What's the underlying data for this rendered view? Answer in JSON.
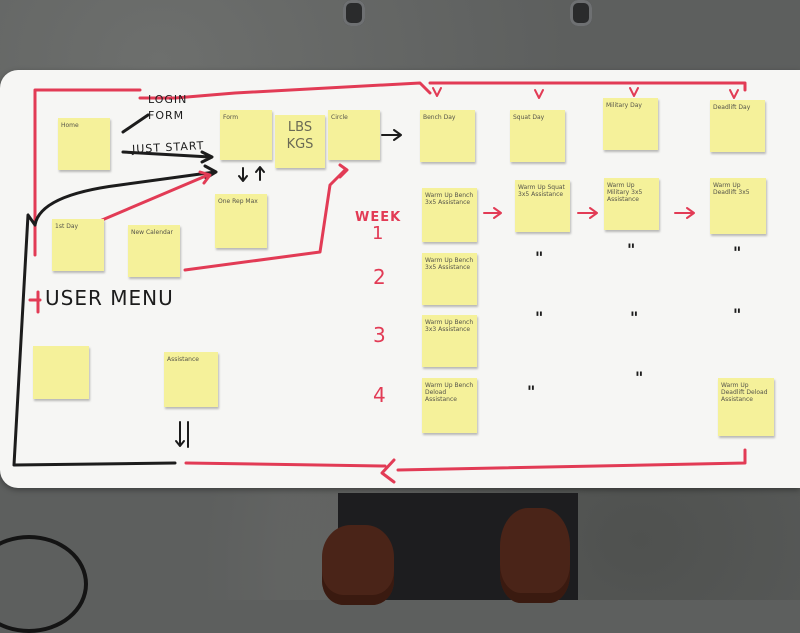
{
  "handwriting": {
    "login_form": "LOGIN FORM",
    "just_start": "JUST START",
    "user_menu": "USER MENU",
    "week": "WEEK",
    "week_1": "1",
    "week_2": "2",
    "week_3": "3",
    "week_4": "4",
    "lbs_kgs": "LBS KGS"
  },
  "ditto_mark": "\"",
  "notes": {
    "home": "Home",
    "form": "Form",
    "circle": "Circle",
    "bench_day": "Bench Day",
    "squat_day": "Squat Day",
    "military_day": "Military Day",
    "deadlift_day": "Deadlift Day",
    "first_day": "1st Day",
    "new_calendar": "New Calendar",
    "one_rep_max": "One Rep Max",
    "warm_up_bench": "Warm Up Bench 3x5 Assistance",
    "warm_up_squat": "Warm Up Squat 3x5 Assistance",
    "warm_up_military": "Warm Up Military 3x5 Assistance",
    "warm_up_deadlift": "Warm Up Deadlift 3x5",
    "warm_up_bench_w2": "Warm Up Bench 3x5 Assistance",
    "warm_up_bench_w3": "Warm Up Bench 3x3 Assistance",
    "warm_up_bench_w4": "Warm Up Bench Deload Assistance",
    "warm_up_deadlift_w4": "Warm Up Deadlift Deload Assistance",
    "assistance": "Assistance"
  },
  "colors": {
    "red_marker": "#e23b55",
    "black_marker": "#1c1c1c",
    "sticky_note": "#f5f19a",
    "board": "#f6f6f4",
    "floor": "#5d5f5e"
  }
}
